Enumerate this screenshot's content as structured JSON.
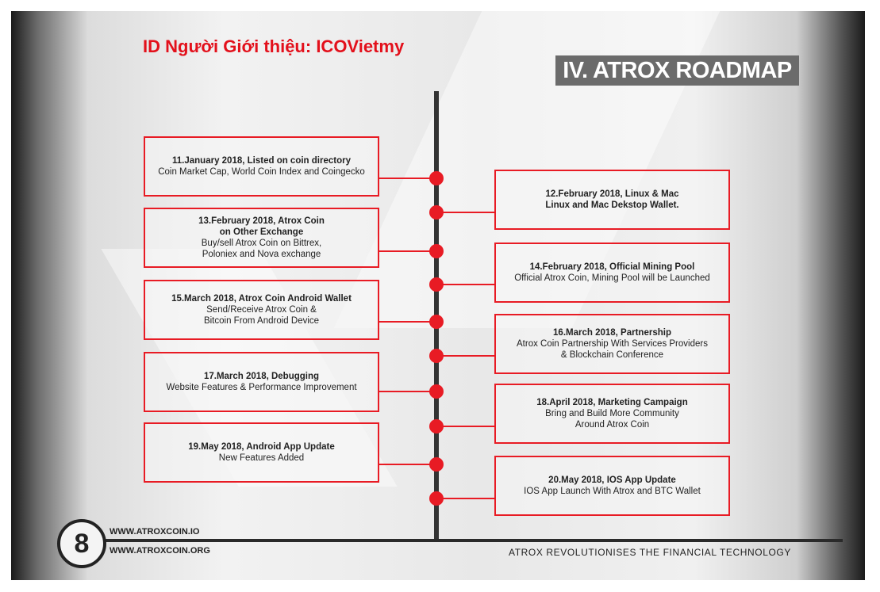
{
  "referral": "ID Người Giới thiệu: ICOVietmy",
  "title": "IV. ATROX ROADMAP",
  "left": [
    {
      "head": "11.January 2018, Listed on coin directory",
      "body": "Coin Market Cap, World Coin Index and Coingecko"
    },
    {
      "head": "13.February 2018, Atrox Coin\non Other Exchange",
      "body": "Buy/sell Atrox Coin on Bittrex,\nPoloniex and Nova exchange"
    },
    {
      "head": "15.March 2018, Atrox Coin Android Wallet",
      "body": "Send/Receive Atrox Coin &\nBitcoin From Android Device"
    },
    {
      "head": "17.March 2018, Debugging",
      "body": "Website Features & Performance Improvement"
    },
    {
      "head": "19.May 2018, Android App Update",
      "body": "New Features Added"
    }
  ],
  "right": [
    {
      "head": "12.February 2018, Linux & Mac\nLinux and Mac Dekstop Wallet.",
      "body": ""
    },
    {
      "head": "14.February 2018, Official Mining Pool",
      "body": "Official Atrox Coin, Mining Pool will be Launched"
    },
    {
      "head": "16.March 2018, Partnership",
      "body": "Atrox Coin Partnership With Services Providers\n& Blockchain Conference"
    },
    {
      "head": "18.April 2018, Marketing Campaign",
      "body": "Bring and Build More Community\nAround Atrox Coin"
    },
    {
      "head": "20.May 2018, IOS App Update",
      "body": "IOS App Launch With Atrox and BTC Wallet"
    }
  ],
  "footer": {
    "page": "8",
    "url1": "WWW.ATROXCOIN.IO",
    "url2": "WWW.ATROXCOIN.ORG",
    "tagline": "ATROX REVOLUTIONISES THE FINANCIAL TECHNOLOGY"
  }
}
